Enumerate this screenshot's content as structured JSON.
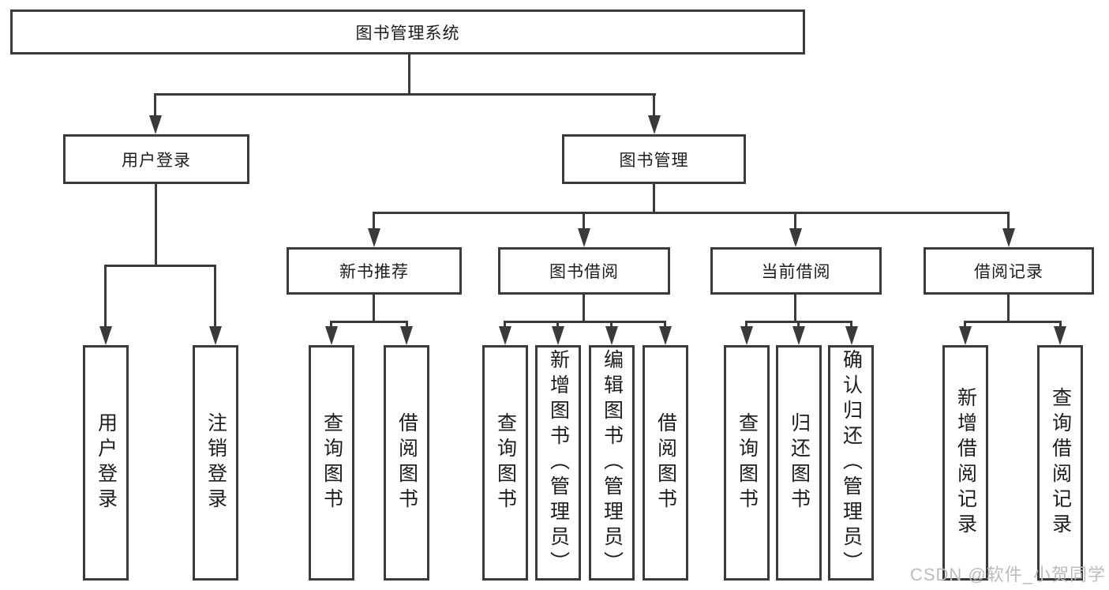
{
  "watermark": "CSDN @软件_小贺同学",
  "colors": {
    "line": "#3a3a3a",
    "ink": "#1d1d1f",
    "watermark": "#babcbf",
    "bg": "#ffffff"
  },
  "tree": {
    "root": {
      "label": "图书管理系统",
      "children": [
        {
          "label": "用户登录",
          "children": [
            {
              "label": "用户登录"
            },
            {
              "label": "注销登录"
            }
          ]
        },
        {
          "label": "图书管理",
          "children": [
            {
              "label": "新书推荐",
              "children": [
                {
                  "label": "查询图书"
                },
                {
                  "label": "借阅图书"
                }
              ]
            },
            {
              "label": "图书借阅",
              "children": [
                {
                  "label": "查询图书"
                },
                {
                  "label": "新增图书（管理员）"
                },
                {
                  "label": "编辑图书（管理员）"
                },
                {
                  "label": "借阅图书"
                }
              ]
            },
            {
              "label": "当前借阅",
              "children": [
                {
                  "label": "查询图书"
                },
                {
                  "label": "归还图书"
                },
                {
                  "label": "确认归还（管理员）"
                }
              ]
            },
            {
              "label": "借阅记录",
              "children": [
                {
                  "label": "新增借阅记录"
                },
                {
                  "label": "查询借阅记录"
                }
              ]
            }
          ]
        }
      ]
    }
  }
}
